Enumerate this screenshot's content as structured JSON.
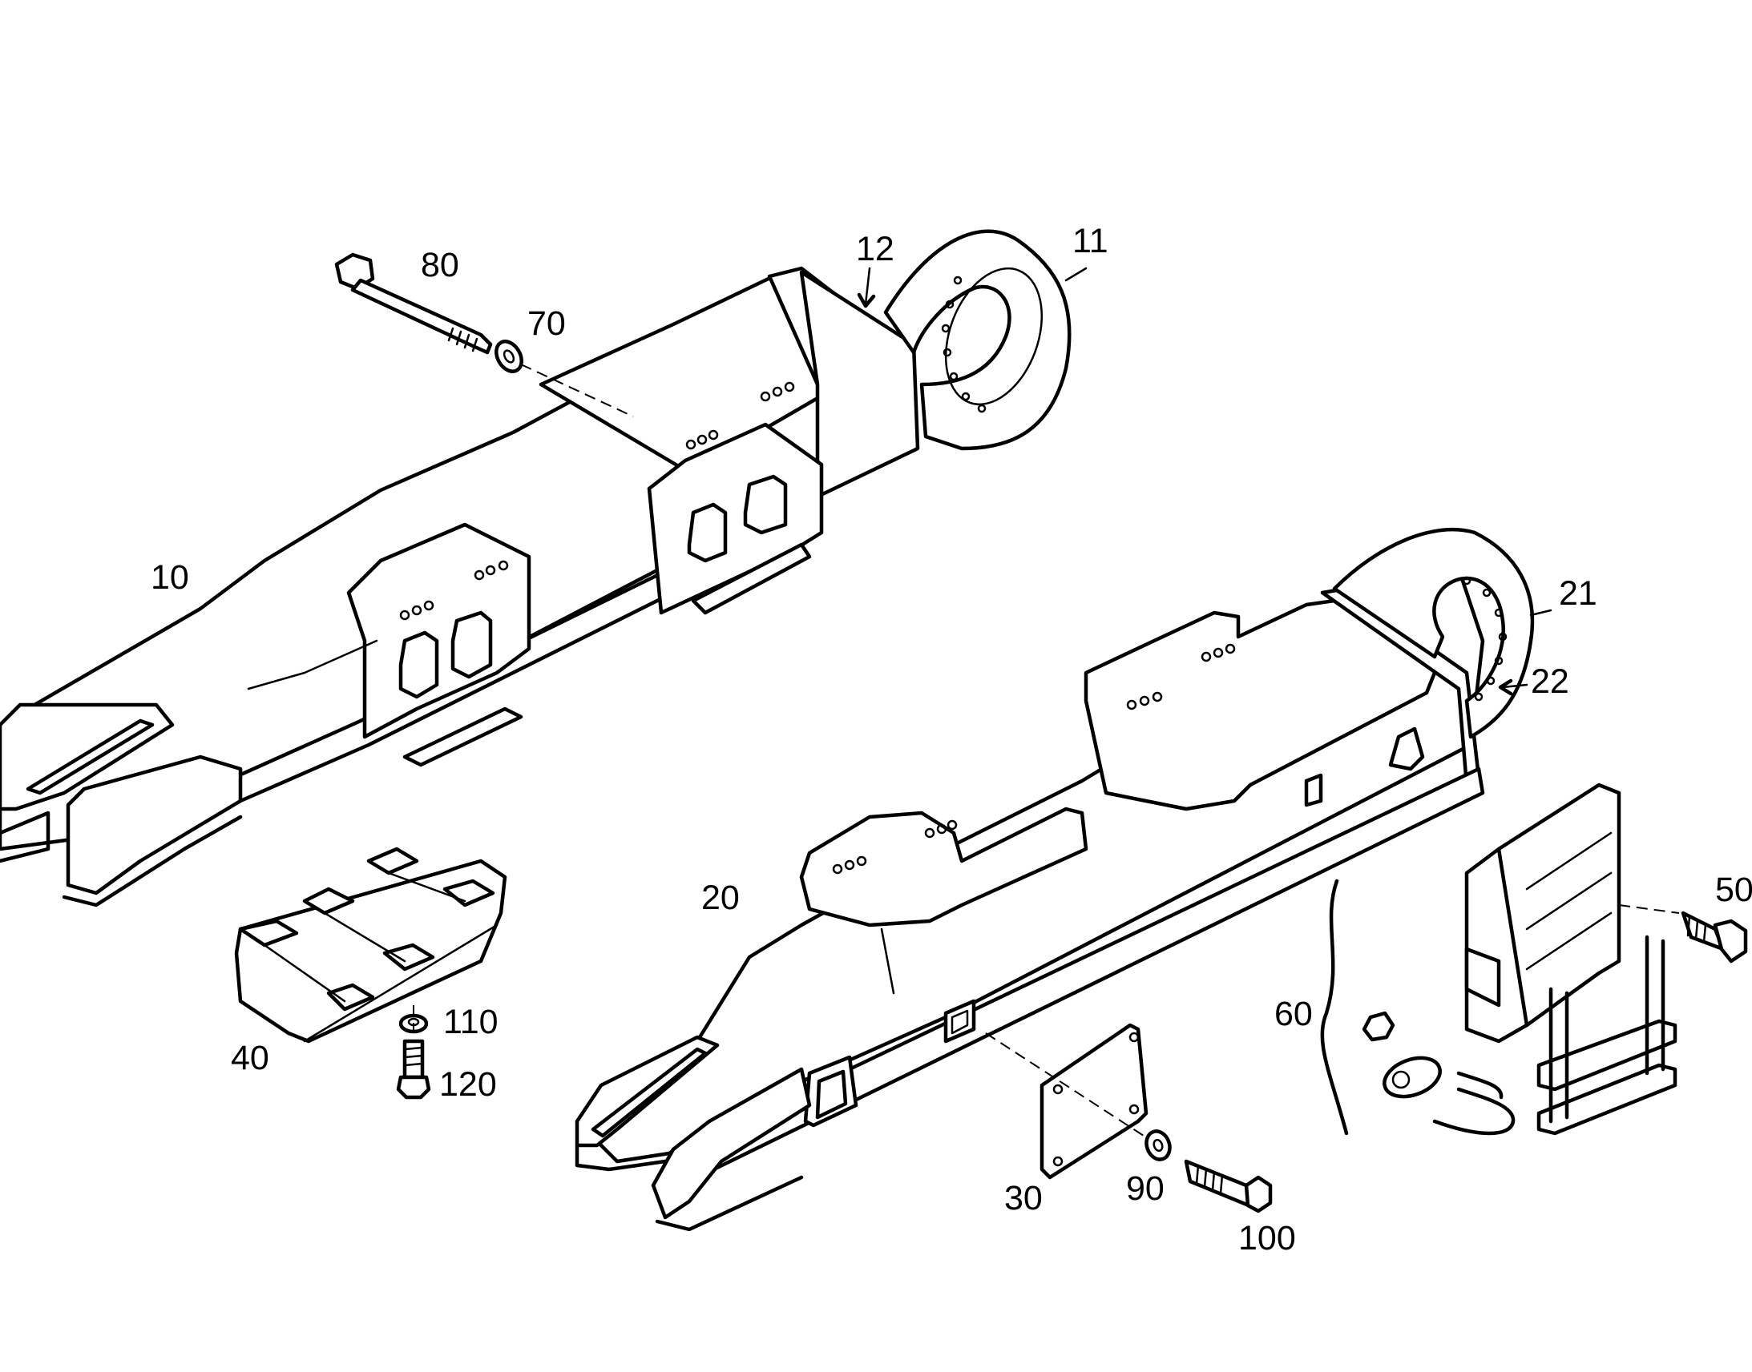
{
  "callouts": {
    "c10": "10",
    "c11": "11",
    "c12": "12",
    "c20": "20",
    "c21": "21",
    "c22": "22",
    "c30": "30",
    "c40": "40",
    "c50": "50",
    "c60": "60",
    "c70": "70",
    "c80": "80",
    "c90": "90",
    "c100": "100",
    "c110": "110",
    "c120": "120"
  },
  "colors": {
    "ink": "#000000",
    "paper": "#ffffff"
  }
}
